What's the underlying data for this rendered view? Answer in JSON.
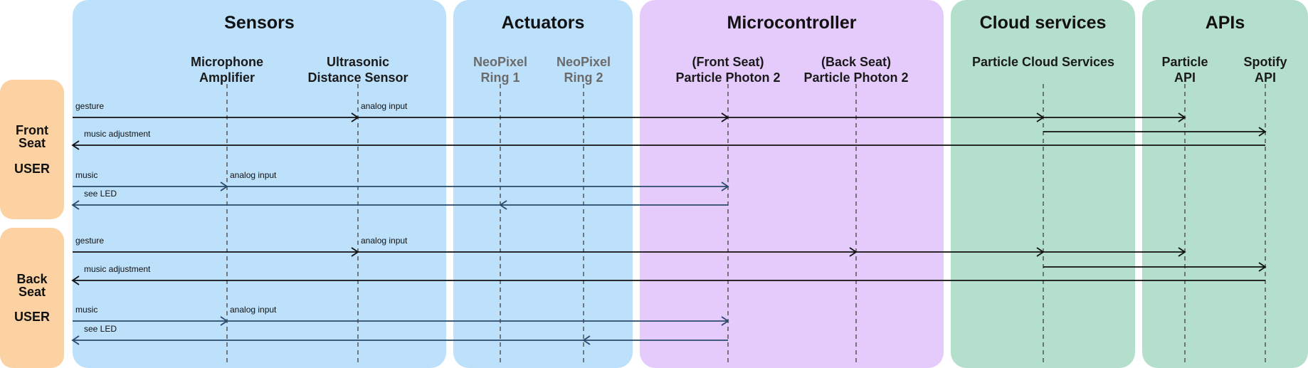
{
  "lanes": [
    {
      "id": "sensors",
      "title": "Sensors",
      "color": "#bde0fb"
    },
    {
      "id": "actuators",
      "title": "Actuators",
      "color": "#bde0fb"
    },
    {
      "id": "microcontroller",
      "title": "Microcontroller",
      "color": "#e5cbfc"
    },
    {
      "id": "cloud",
      "title": "Cloud services",
      "color": "#b4dfcc"
    },
    {
      "id": "apis",
      "title": "APIs",
      "color": "#b4dfcc"
    }
  ],
  "participants": [
    {
      "id": "mic",
      "line1": "Microphone",
      "line2": "Amplifier"
    },
    {
      "id": "ultra",
      "line1": "Ultrasonic",
      "line2": "Distance Sensor"
    },
    {
      "id": "ring1",
      "line1": "NeoPixel",
      "line2": "Ring 1"
    },
    {
      "id": "ring2",
      "line1": "NeoPixel",
      "line2": "Ring 2"
    },
    {
      "id": "photon_front",
      "line1": "(Front Seat)",
      "line2": "Particle Photon 2"
    },
    {
      "id": "photon_back",
      "line1": "(Back Seat)",
      "line2": "Particle Photon 2"
    },
    {
      "id": "cloud_svc",
      "line1": "Particle Cloud Services",
      "line2": ""
    },
    {
      "id": "particle_api",
      "line1": "Particle",
      "line2": "API"
    },
    {
      "id": "spotify_api",
      "line1": "Spotify",
      "line2": "API"
    }
  ],
  "users": [
    {
      "id": "front",
      "line1": "Front",
      "line2": "Seat",
      "line3": "USER",
      "color": "#fcd2a3"
    },
    {
      "id": "back",
      "line1": "Back",
      "line2": "Seat",
      "line3": "USER",
      "color": "#fcd2a3"
    }
  ],
  "colors": {
    "arrow_black": "#111111",
    "arrow_blue": "#2a4a6b",
    "lifeline": "#555555"
  },
  "messages": [
    {
      "group": "front",
      "from": "user",
      "to": "ultra",
      "label": "gesture",
      "color": "black"
    },
    {
      "group": "front",
      "from": "ultra",
      "to": "photon_front",
      "label": "analog input",
      "color": "black"
    },
    {
      "group": "front",
      "from": "photon_front",
      "to": "cloud_svc",
      "label": "",
      "color": "black"
    },
    {
      "group": "front",
      "from": "cloud_svc",
      "to": "particle_api",
      "label": "",
      "color": "black"
    },
    {
      "group": "front",
      "from": "cloud_svc",
      "to": "spotify_api",
      "label": "",
      "color": "black"
    },
    {
      "group": "front",
      "from": "spotify_api",
      "to": "user",
      "label": "music adjustment",
      "color": "black"
    },
    {
      "group": "front",
      "from": "user",
      "to": "mic",
      "label": "music",
      "color": "blue"
    },
    {
      "group": "front",
      "from": "mic",
      "to": "photon_front",
      "label": "analog input",
      "color": "blue"
    },
    {
      "group": "front",
      "from": "photon_front",
      "to": "ring1",
      "label": "",
      "color": "blue"
    },
    {
      "group": "front",
      "from": "ring1",
      "to": "user",
      "label": "see LED",
      "color": "blue"
    },
    {
      "group": "back",
      "from": "user",
      "to": "ultra",
      "label": "gesture",
      "color": "black"
    },
    {
      "group": "back",
      "from": "ultra",
      "to": "photon_back",
      "label": "analog input",
      "color": "black"
    },
    {
      "group": "back",
      "from": "photon_back",
      "to": "cloud_svc",
      "label": "",
      "color": "black"
    },
    {
      "group": "back",
      "from": "cloud_svc",
      "to": "particle_api",
      "label": "",
      "color": "black"
    },
    {
      "group": "back",
      "from": "cloud_svc",
      "to": "spotify_api",
      "label": "",
      "color": "black"
    },
    {
      "group": "back",
      "from": "spotify_api",
      "to": "user",
      "label": "music adjustment",
      "color": "black"
    },
    {
      "group": "back",
      "from": "user",
      "to": "mic",
      "label": "music",
      "color": "blue"
    },
    {
      "group": "back",
      "from": "mic",
      "to": "photon_front",
      "label": "analog input",
      "color": "blue"
    },
    {
      "group": "back",
      "from": "photon_front",
      "to": "ring2",
      "label": "",
      "color": "blue"
    },
    {
      "group": "back",
      "from": "ring2",
      "to": "user",
      "label": "see LED",
      "color": "blue"
    }
  ]
}
